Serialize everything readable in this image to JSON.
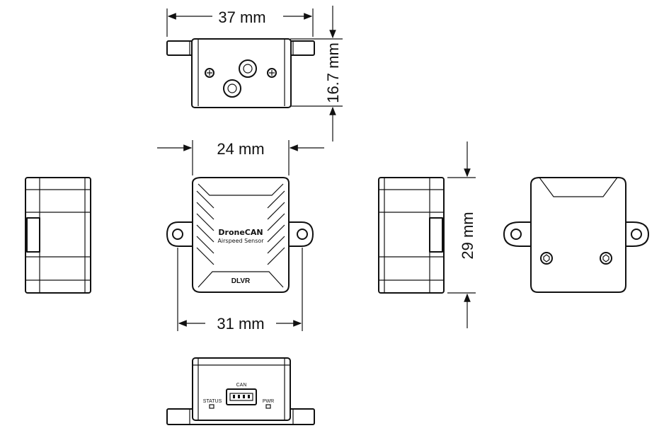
{
  "dimensions": {
    "top_width": "37 mm",
    "top_height": "16.7 mm",
    "front_body_width": "24 mm",
    "front_mount_width": "31 mm",
    "side_height": "29 mm"
  },
  "front_label": {
    "brand": "DroneCAN",
    "subtitle": "Airspeed Sensor",
    "model": "DLVR"
  },
  "bottom_labels": {
    "status": "STATUS",
    "can": "CAN",
    "pwr": "PWR"
  }
}
